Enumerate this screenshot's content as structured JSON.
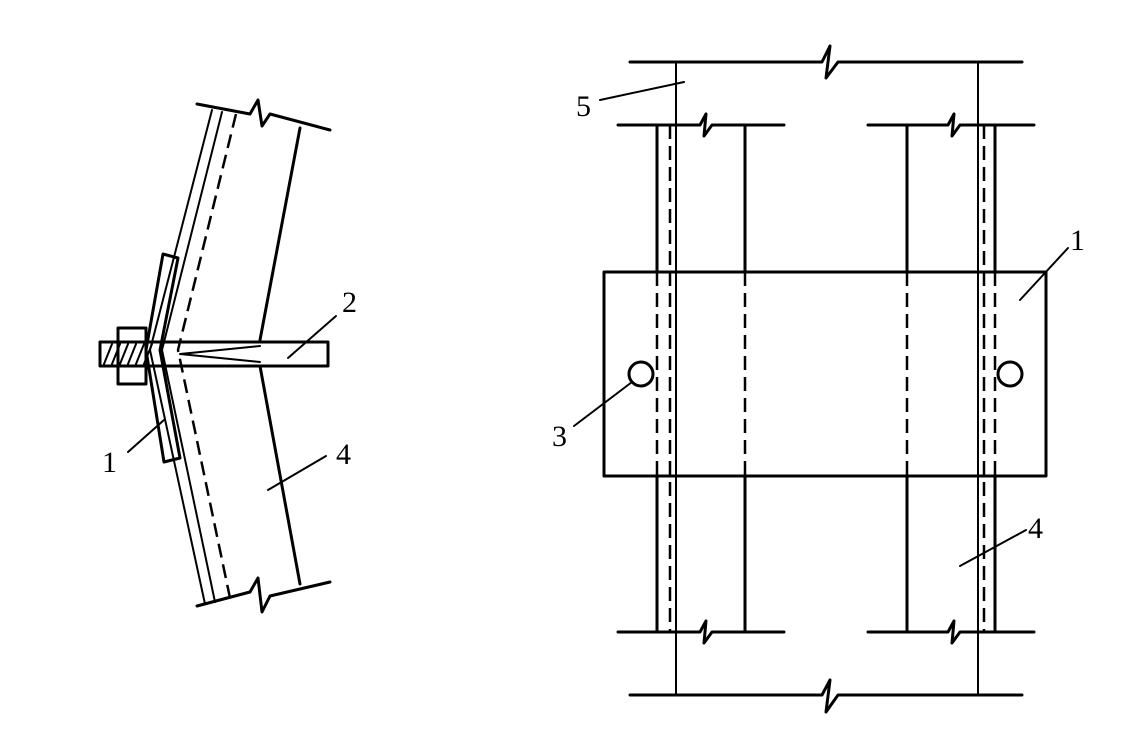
{
  "figure": {
    "left_view": {
      "labels": {
        "plate": "1",
        "bolt": "2",
        "member": "4"
      }
    },
    "right_view": {
      "labels": {
        "plate": "1",
        "hole": "3",
        "member": "4",
        "frame": "5"
      }
    }
  }
}
